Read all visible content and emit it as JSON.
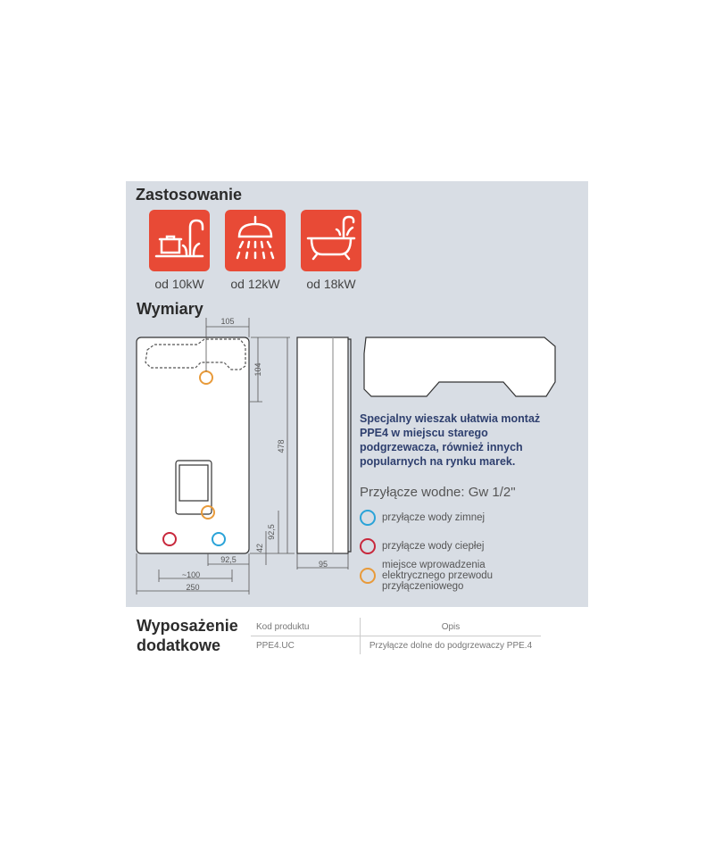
{
  "applications": {
    "title": "Zastosowanie",
    "items": [
      {
        "icon": "pot-faucet-icon",
        "label": "od 10kW"
      },
      {
        "icon": "shower-icon",
        "label": "od 12kW"
      },
      {
        "icon": "bathtub-icon",
        "label": "od 18kW"
      }
    ],
    "accent": "#e84a36"
  },
  "dimensions": {
    "title": "Wymiary",
    "values": {
      "top_offset": "105",
      "top_height": "104",
      "height": "478",
      "bottom_offset_v": "92,5",
      "bottom_base": "42",
      "bottom_offset_h": "92,5",
      "spacing": "~100",
      "width": "250",
      "depth": "95"
    }
  },
  "hanger_note": "Specjalny wieszak ułatwia montaż PPE4 w miejscu starego podgrzewacza, również innych popularnych na rynku marek.",
  "water_connection": "Przyłącze wodne: Gw 1/2\"",
  "legend": [
    {
      "label": "przyłącze wody zimnej",
      "color": "#2aa3d8"
    },
    {
      "label": "przyłącze wody ciepłej",
      "color": "#c8283c"
    },
    {
      "label": "miejsce wprowadzenia elektrycznego przewodu przyłączeniowego",
      "color": "#e89a3a"
    }
  ],
  "accessories": {
    "title_line1": "Wyposażenie",
    "title_line2": "dodatkowe",
    "headers": [
      "Kod produktu",
      "Opis"
    ],
    "rows": [
      [
        "PPE4.UC",
        "Przyłącze dolne do podgrzewaczy PPE.4"
      ]
    ]
  }
}
